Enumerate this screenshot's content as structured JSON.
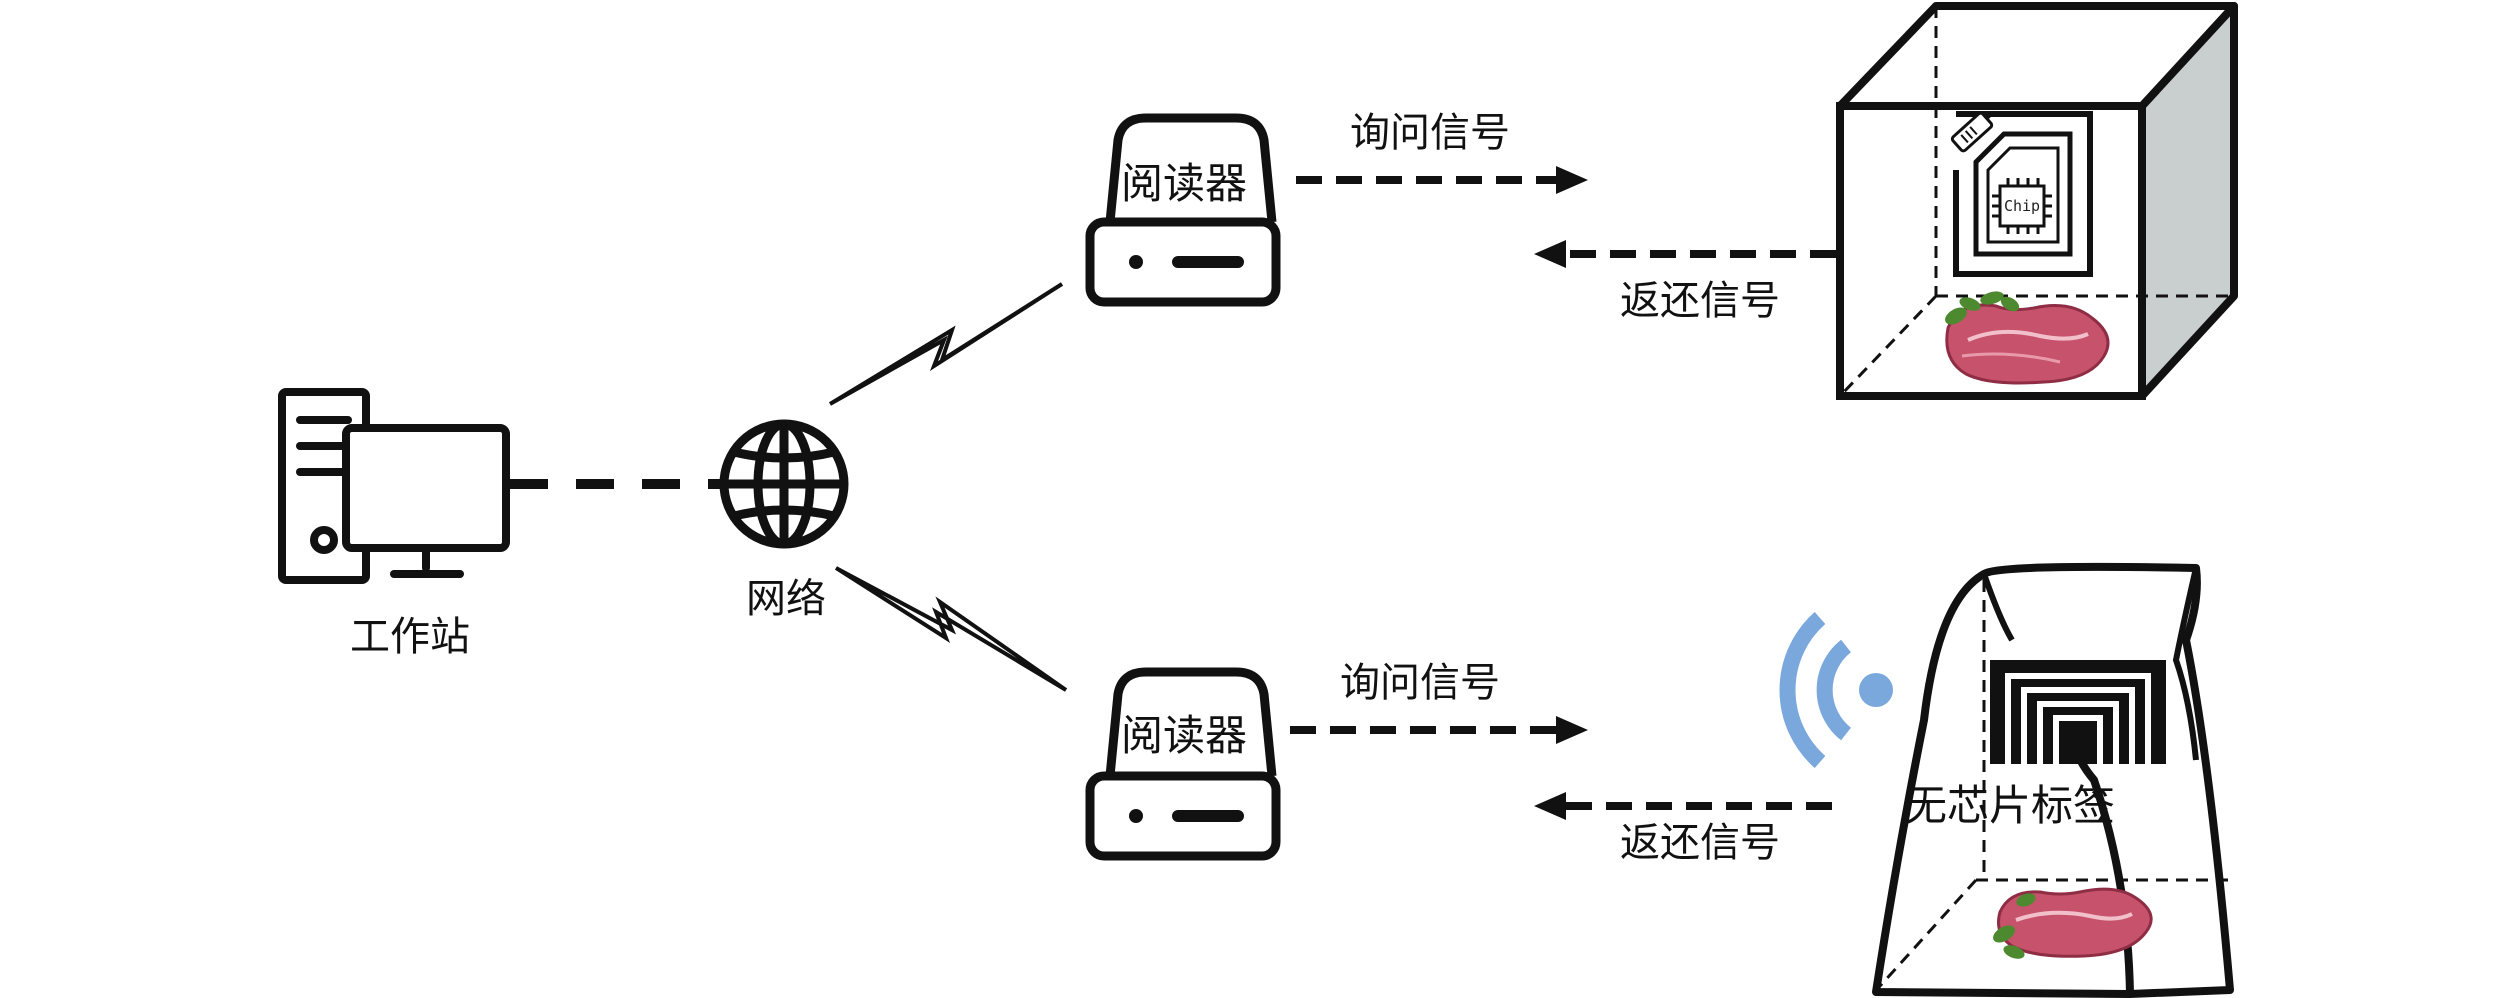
{
  "labels": {
    "workstation": "工作站",
    "network": "网络",
    "reader_top": "阅读器",
    "reader_bottom": "阅读器",
    "query_top": "询问信号",
    "return_top": "返还信号",
    "query_bottom": "询问信号",
    "return_bottom": "返还信号",
    "chipless_tag": "无芯片标签",
    "chip_text": "Chip"
  },
  "icons": {
    "workstation": "desktop-computer-icon",
    "network": "globe-icon",
    "reader": "storage-drive-icon",
    "wireless_link": "lightning-bolt-icon",
    "signal": "wifi-broadcast-icon",
    "chip": "microchip-icon",
    "rfid_tag": "rfid-antenna-icon",
    "package": "box-icon",
    "food": "meat-icon"
  },
  "colors": {
    "outline": "#111111",
    "box_side": "#c9cfcf",
    "wifi": "#7aa7dc",
    "meat": "#c7526b",
    "herb": "#4d8a2f"
  }
}
